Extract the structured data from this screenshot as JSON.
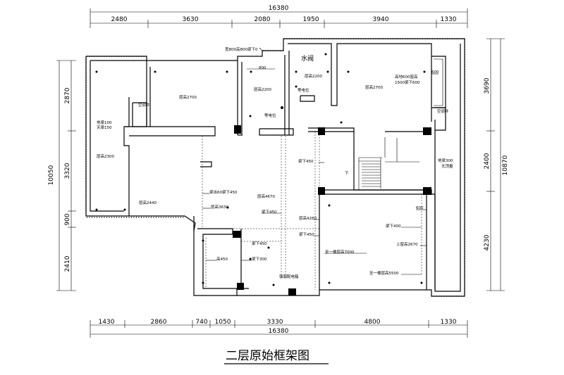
{
  "title": "二层原始框架图",
  "top_dimensions": {
    "total": "16380",
    "segments": [
      "2480",
      "3630",
      "2080",
      "1950",
      "3940",
      "1330"
    ]
  },
  "bottom_dimensions": {
    "total": "16380",
    "segments": [
      "1430",
      "2860",
      "740",
      "1050",
      "3330",
      "4800",
      "1330"
    ]
  },
  "left_dimensions": {
    "total": "10050",
    "segments": [
      "2870",
      "3320",
      "900",
      "2410"
    ]
  },
  "right_dimensions": {
    "total": "10870",
    "segments": [
      "3690",
      "2400",
      "4230"
    ]
  },
  "room_labels": {
    "beam_top": "宽800高800梁下0",
    "water_valve": "水阀",
    "dim_800": "800",
    "floor_h_2200_a": "层高2200",
    "floor_h_2200_b": "层高2200",
    "floor_h_2700_a": "层高2700",
    "floor_h_2700_b": "层高2700",
    "equip_1": "等电位",
    "equip_2": "等电位",
    "window_sill": "高地600窗高",
    "window_beam": "1500梁下600",
    "dim_600_a": "600",
    "floor_beam": "地梁100",
    "ceiling_beam": "天梁150",
    "ac_shaft_a": "空调井",
    "ac_shaft_b": "空调井",
    "floor_h_2300": "层高2300",
    "floor_h_2440": "层高2440",
    "beam_450_a": "梁下450",
    "down": "下",
    "ground_beam": "地梁300",
    "no_top_beam": "无顶量",
    "beam_out": "梁出60梁下450",
    "floor_h_4670": "层高4670",
    "floor_h_3630": "层高3630",
    "beam_450_b": "梁下450",
    "floor_h_4280": "层高4280",
    "dim_600_b": "600",
    "beam_400": "梁下400",
    "beam_450_c": "梁下450",
    "beam_450_d": "梁下450",
    "to_first_7000": "至一楼层高7000",
    "top_window_2670": "上窗高2670",
    "height_450": "高450",
    "beam_300": "梁下300",
    "to_first_5500": "至一楼层高5500",
    "elec_box": "强弱配电箱"
  }
}
